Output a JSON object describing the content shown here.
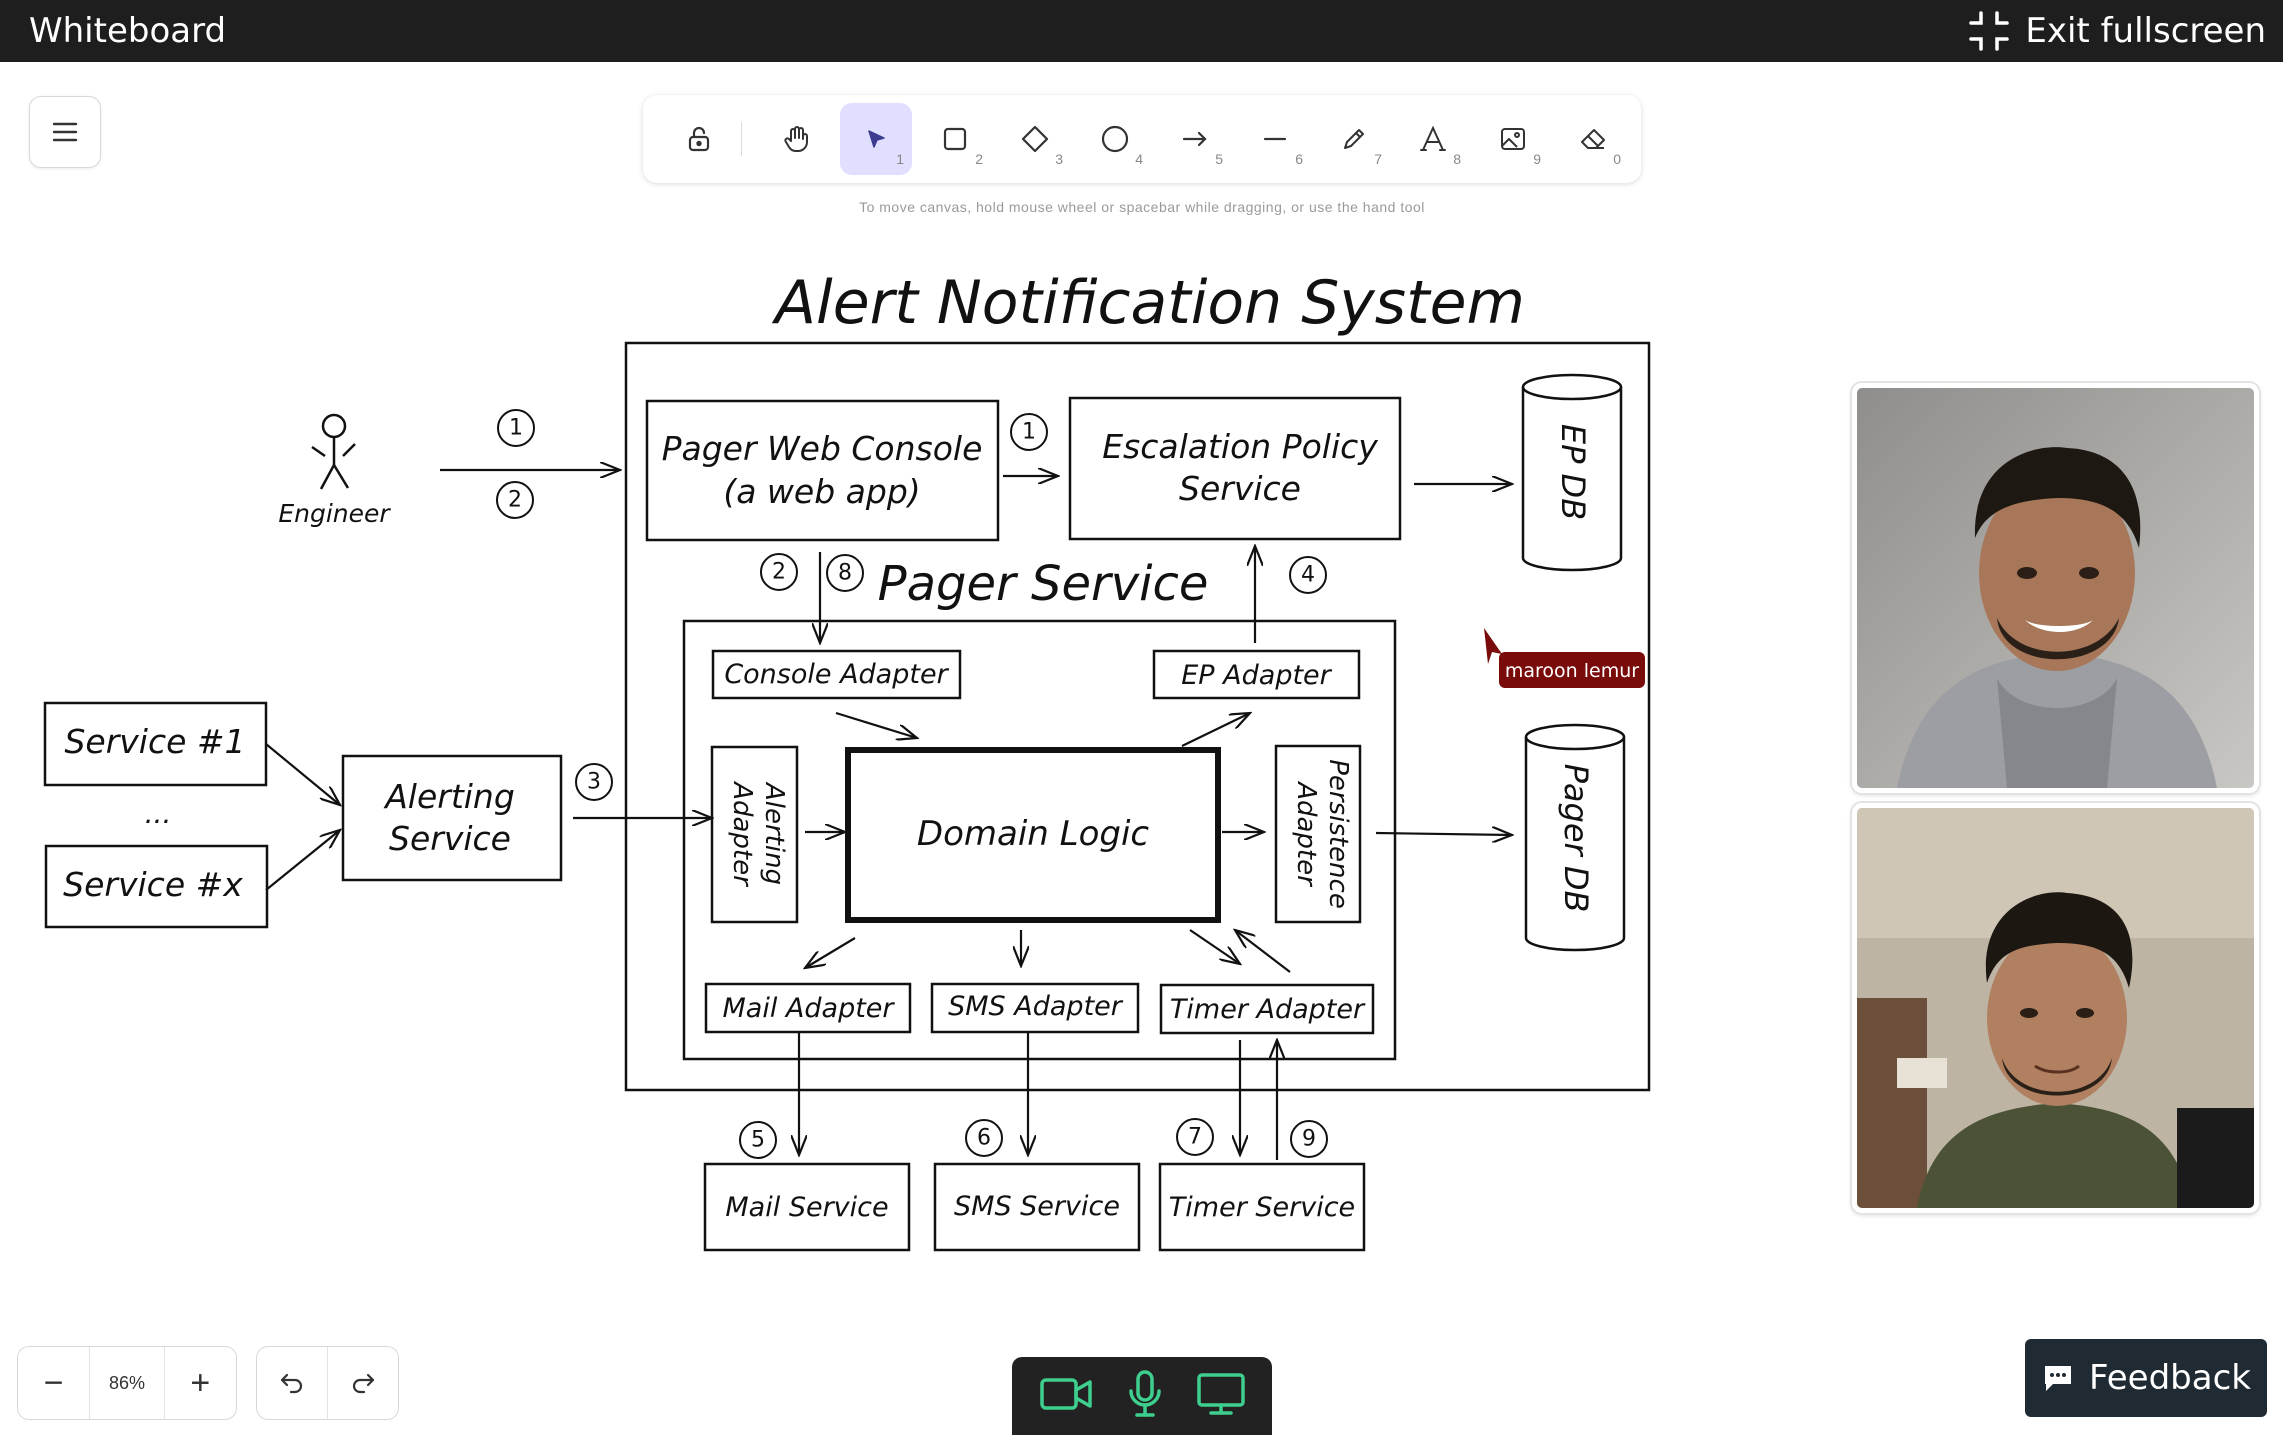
{
  "app": {
    "title": "Whiteboard",
    "exit_label": "Exit fullscreen"
  },
  "toolbar": {
    "tools": [
      {
        "name": "lock",
        "num": ""
      },
      {
        "name": "hand",
        "num": ""
      },
      {
        "name": "selection",
        "num": "1",
        "active": true
      },
      {
        "name": "rectangle",
        "num": "2"
      },
      {
        "name": "diamond",
        "num": "3"
      },
      {
        "name": "ellipse",
        "num": "4"
      },
      {
        "name": "arrow",
        "num": "5"
      },
      {
        "name": "line",
        "num": "6"
      },
      {
        "name": "draw",
        "num": "7"
      },
      {
        "name": "text",
        "num": "8"
      },
      {
        "name": "image",
        "num": "9"
      },
      {
        "name": "eraser",
        "num": "0"
      }
    ],
    "hint": "To move canvas, hold mouse wheel or spacebar while dragging, or use the hand tool"
  },
  "diagram": {
    "title": "Alert Notification System",
    "engineer": "Engineer",
    "service1": "Service #1",
    "ellipsis": "...",
    "servicex": "Service #x",
    "alerting_service": [
      "Alerting",
      "Service"
    ],
    "pager_web_console": [
      "Pager Web Console",
      "(a web app)"
    ],
    "escalation_policy": [
      "Escalation Policy",
      "Service"
    ],
    "ep_db": "EP DB",
    "pager_db": "Pager DB",
    "pager_service": "Pager Service",
    "console_adapter": "Console Adapter",
    "ep_adapter": "EP Adapter",
    "alerting_adapter": [
      "Alerting",
      "Adapter"
    ],
    "domain_logic": "Domain Logic",
    "persistence_adapter": [
      "Persistence",
      "Adapter"
    ],
    "mail_adapter": "Mail Adapter",
    "sms_adapter": "SMS Adapter",
    "timer_adapter": "Timer Adapter",
    "mail_service": "Mail Service",
    "sms_service": "SMS Service",
    "timer_service": "Timer Service",
    "steps": {
      "s1a": "1",
      "s2a": "2",
      "s1b": "1",
      "s2b": "2",
      "s8": "8",
      "s4": "4",
      "s3": "3",
      "s5": "5",
      "s6": "6",
      "s7": "7",
      "s9": "9"
    }
  },
  "collaborator": {
    "cursor_label": "maroon lemur",
    "color": "#7a0b0b"
  },
  "zoom": {
    "value": "86%",
    "minus": "−",
    "plus": "+"
  },
  "feedback_label": "Feedback",
  "media": {
    "camera_color": "#3ecf8e",
    "mic_color": "#3ecf8e",
    "screen_color": "#3ecf8e"
  }
}
